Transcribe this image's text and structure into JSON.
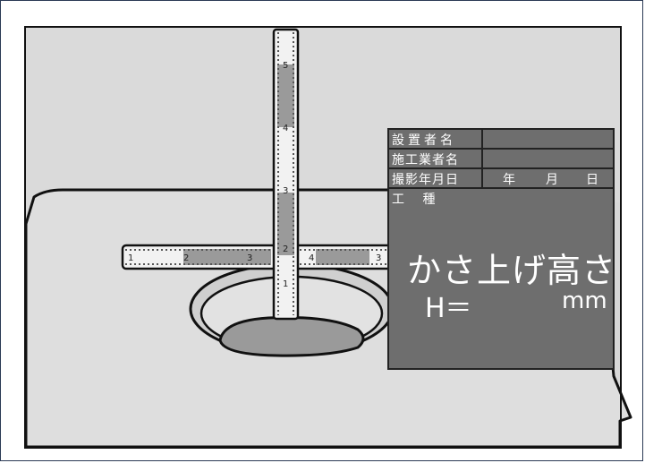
{
  "board": {
    "installer_label": "設置者名",
    "contractor_label": "施工業者名",
    "date_label": "撮影年月日",
    "year_label": "年",
    "month_label": "月",
    "day_label": "日",
    "work_type_label": "工 種",
    "title": "かさ上げ高さ",
    "height_label": "H＝",
    "unit": "mm"
  },
  "rulers": {
    "vertical_marks": [
      "5",
      "4",
      "3",
      "2",
      "1"
    ],
    "horizontal_marks": [
      "1",
      "2",
      "3",
      "4",
      "3"
    ]
  },
  "colors": {
    "board": "#6e6e6e",
    "background": "#d9d9d9",
    "ground": "#dedede",
    "hole": "#9a9a9a"
  }
}
